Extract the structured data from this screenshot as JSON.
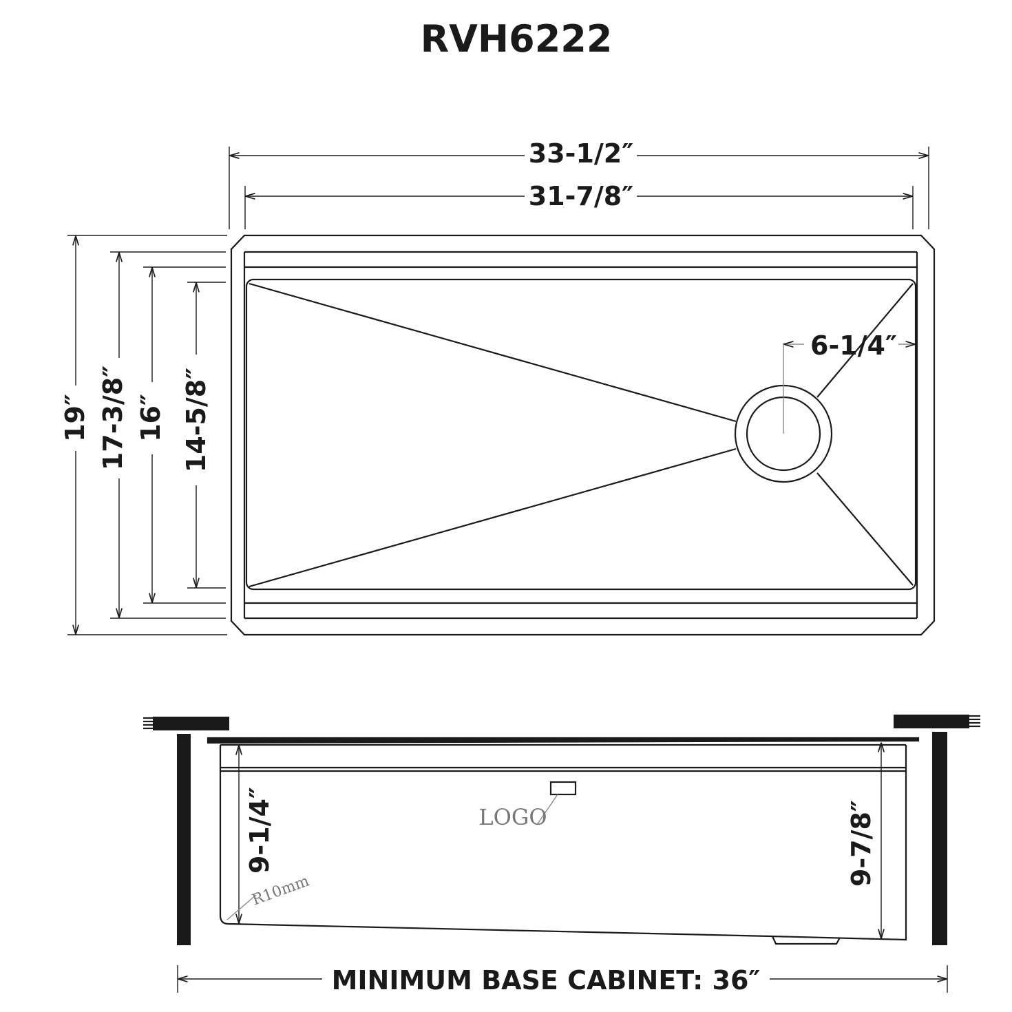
{
  "title": "RVH6222",
  "top_view": {
    "overall_width": "33-1/2″",
    "inner_width": "31-7/8″",
    "overall_depth": "19″",
    "depth_2": "17-3/8″",
    "depth_3": "16″",
    "bowl_depth": "14-5/8″",
    "drain_offset": "6-1/4″"
  },
  "side_view": {
    "left_height": "9-1/4″",
    "right_height": "9-7/8″",
    "logo": "LOGO",
    "radius": "R10mm",
    "cabinet": "MINIMUM BASE CABINET: 36″"
  }
}
